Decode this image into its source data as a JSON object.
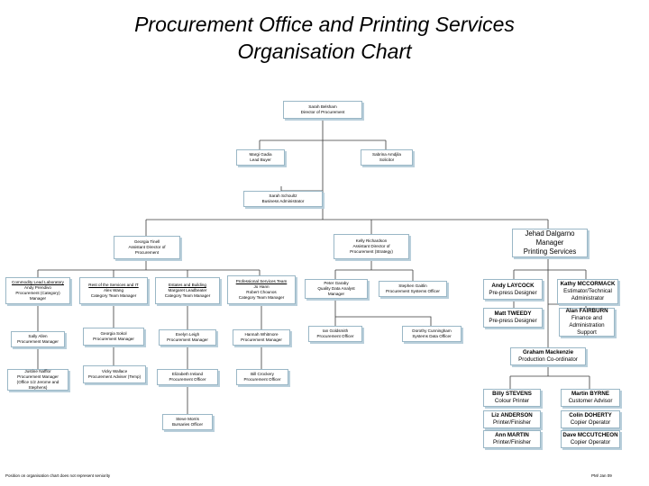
{
  "title_line1": "Procurement Office and Printing Services",
  "title_line2": "Organisation Chart",
  "footer_left": "Position on organisation chart does not represent seniority",
  "footer_right": "PM/ Jan 09",
  "boxes": {
    "head": [
      "Sarah Belsham",
      "Director of Procurement"
    ],
    "buyer_g": [
      "Margi Gadia",
      "Lead Buyer"
    ],
    "solicitor": [
      "Sabrina Amdjila",
      "Solicitor"
    ],
    "admin": [
      "Sarah Schoultz",
      "Business Administrator"
    ],
    "adir1": [
      "Georgia Tinell",
      "Assistant Director of",
      "Procurement"
    ],
    "adir2": [
      "Kelly Richardson",
      "Assistant Director of",
      "Procurement (Strategy)"
    ],
    "c1": [
      "Commodity Lead Laboratory",
      "Andy Prendivo",
      "Procurement (Category)",
      "Manager"
    ],
    "c2": [
      "Rest of the Services and IT",
      "Alex Wang",
      "Category Team Manager"
    ],
    "c3": [
      "Estates and Building",
      "Margaret Leadbeater",
      "Category Team Manager"
    ],
    "c4": [
      "Professional Services Team",
      "Jo Hann",
      "Robert Chounos",
      "Category Team Manager"
    ],
    "c5": [
      "Peter Garaby",
      "Quality Data Analyst",
      "Manager"
    ],
    "c6": [
      "Stephen Gaitlin",
      "Procurement Systems Officer"
    ],
    "d1": [
      "Sally Allen",
      "Procurement Manager"
    ],
    "d2": [
      "Georgia Sokol",
      "Procurement Manager"
    ],
    "d3": [
      "Evelyn Leigh",
      "Procurement Manager"
    ],
    "d4": [
      "Hannah Whitmore",
      "Procurement Manager"
    ],
    "d5": [
      "Ian Goldsmith",
      "Procurement Officer"
    ],
    "d6": [
      "Dorothy Cunningham",
      "Systems Data Officer"
    ],
    "e1": [
      "Justine Nafflor",
      "Procurement Manager",
      "(Office 1/2 Jerome and",
      "Stephens)"
    ],
    "e2": [
      "Vicky Wallace",
      "Procurement Adviser (Temp)"
    ],
    "e3": [
      "Elizabeth Ireland",
      "Procurement Officer"
    ],
    "e4": [
      "Bill Crockery",
      "Procurement Officer"
    ],
    "f3": [
      "Steve Morris",
      "Bursaries Officer"
    ]
  },
  "printing": {
    "manager": [
      "Jehad Dalgarno",
      "Manager",
      "Printing Services"
    ],
    "p1": [
      "Andy LAYCOCK",
      "Pre-press Designer"
    ],
    "p2": [
      "Kathy MCCORMACK",
      "Estimator/Technical",
      "Administrator"
    ],
    "p3": [
      "Matt TWEEDY",
      "Pre-press Designer"
    ],
    "p4": [
      "Alan FAIRBURN",
      "Finance and",
      "Administration",
      "Support"
    ],
    "coord": [
      "Graham Mackenzie",
      "Production Co-ordinator"
    ],
    "r1": [
      "Billy STEVENS",
      "Colour Printer"
    ],
    "r2": [
      "Martin BYRNE",
      "Customer Advisor"
    ],
    "r3": [
      "Liz ANDERSON",
      "Printer/Finisher"
    ],
    "r4": [
      "Colin DOHERTY",
      "Copier Operator"
    ],
    "r5": [
      "Ann MARTIN",
      "Printer/Finisher"
    ],
    "r6": [
      "Dave MCCUTCHEON",
      "Copier Operator"
    ]
  }
}
